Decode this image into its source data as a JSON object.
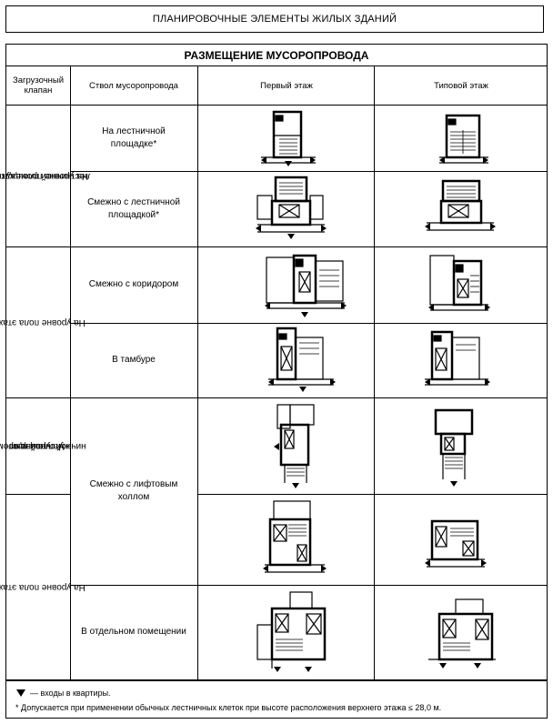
{
  "page_title": "ПЛАНИРОВОЧНЫЕ ЭЛЕМЕНТЫ ЖИЛЫХ ЗДАНИЙ",
  "banner": "РАЗМЕЩЕНИЕ МУСОРОПРОВОДА",
  "headers": {
    "valve": "Загрузочный клапан",
    "shaft": "Ствол мусоропровода",
    "first_floor": "Первый этаж",
    "typical_floor": "Типовой этаж"
  },
  "groups": [
    {
      "label_lines": [
        "На уровне промежуточной",
        "лестничной площадки"
      ]
    },
    {
      "label_lines": [
        "На уровне пола этажа"
      ]
    },
    {
      "label_lines": [
        "На уровне проме-",
        "жуточной лест-",
        "ничной площадки"
      ]
    },
    {
      "label_lines": [
        "На уровне пола этажа"
      ]
    }
  ],
  "shaft_labels": [
    {
      "lines": [
        "На лестничной",
        "площадке*"
      ]
    },
    {
      "lines": [
        "Смежно с лестничной",
        "площадкой*"
      ]
    },
    {
      "lines": [
        "Смежно с коридором"
      ]
    },
    {
      "lines": [
        "В тамбуре"
      ]
    },
    {
      "lines": [
        "Смежно с лифтовым",
        "холлом"
      ]
    },
    {
      "lines": [
        "В отдельном помещении"
      ]
    }
  ],
  "footer": {
    "legend_icon": "entrance-arrow-icon",
    "legend": "— входы в квартиры.",
    "note": "* Допускается при применении обычных лестничных клеток при высоте расположения верхнего этажа ≤ 28,0 м."
  }
}
